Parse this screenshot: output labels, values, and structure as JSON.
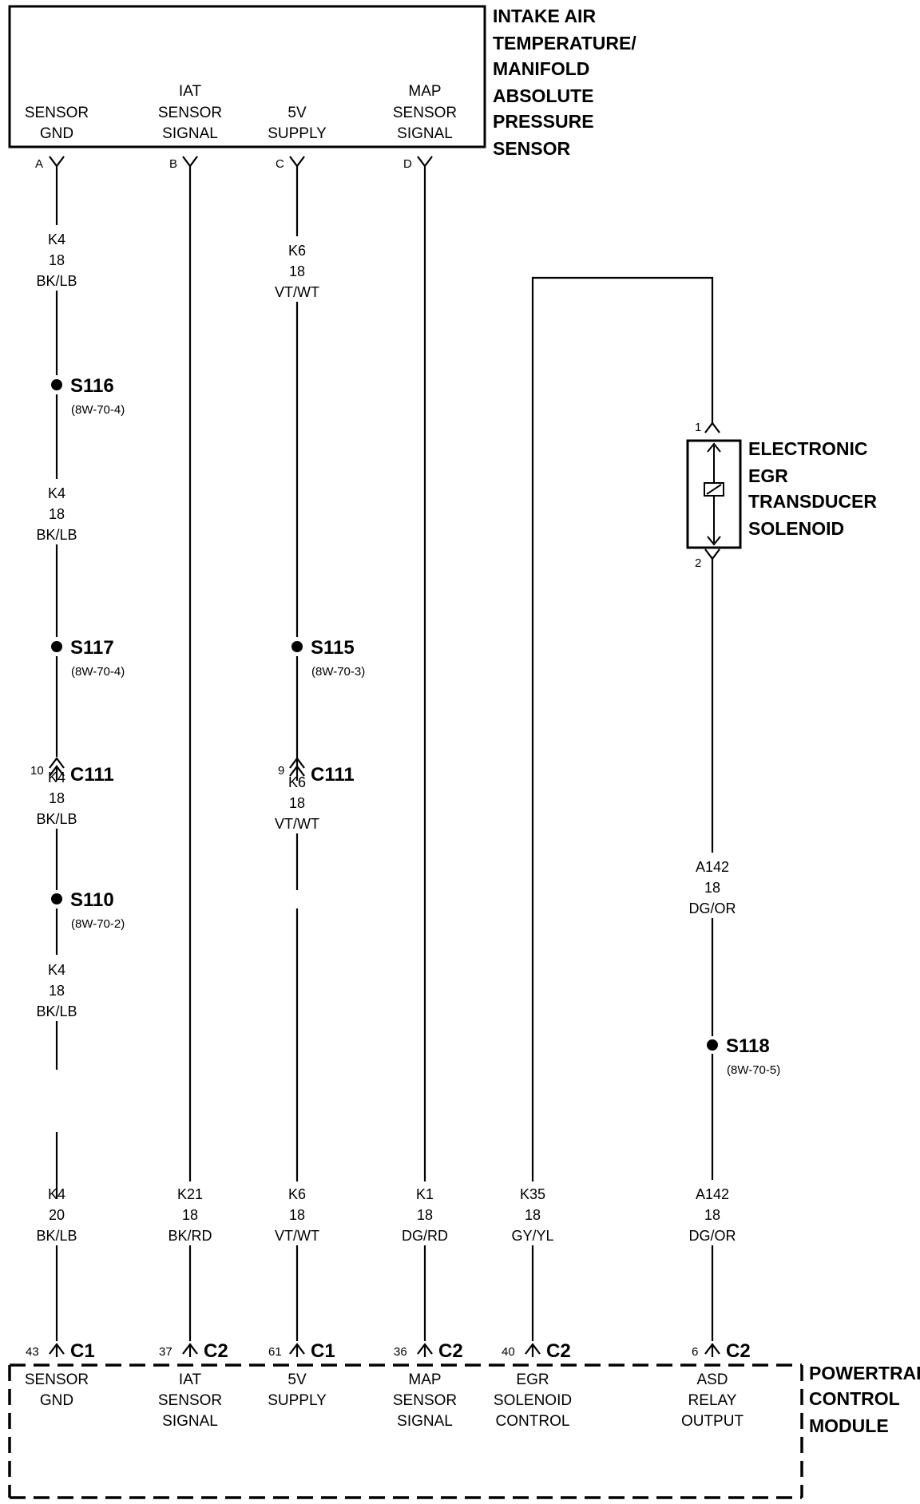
{
  "iat_map_sensor": {
    "title": [
      "INTAKE AIR",
      "TEMPERATURE/",
      "MANIFOLD",
      "ABSOLUTE",
      "PRESSURE",
      "SENSOR"
    ],
    "pins": [
      {
        "letter": "A",
        "label": [
          "SENSOR",
          "GND"
        ]
      },
      {
        "letter": "B",
        "label": [
          "IAT",
          "SENSOR",
          "SIGNAL"
        ]
      },
      {
        "letter": "C",
        "label": [
          "5V",
          "SUPPLY"
        ]
      },
      {
        "letter": "D",
        "label": [
          "MAP",
          "SENSOR",
          "SIGNAL"
        ]
      }
    ]
  },
  "egr_solenoid": {
    "title": [
      "ELECTRONIC",
      "EGR",
      "TRANSDUCER",
      "SOLENOID"
    ],
    "pin_top": "1",
    "pin_bottom": "2"
  },
  "pcm": {
    "title": [
      "POWERTRAIN",
      "CONTROL",
      "MODULE"
    ],
    "pins": [
      {
        "cavity": "43",
        "connector": "C1",
        "label": [
          "SENSOR",
          "GND"
        ]
      },
      {
        "cavity": "37",
        "connector": "C2",
        "label": [
          "IAT",
          "SENSOR",
          "SIGNAL"
        ]
      },
      {
        "cavity": "61",
        "connector": "C1",
        "label": [
          "5V",
          "SUPPLY"
        ]
      },
      {
        "cavity": "36",
        "connector": "C2",
        "label": [
          "MAP",
          "SENSOR",
          "SIGNAL"
        ]
      },
      {
        "cavity": "40",
        "connector": "C2",
        "label": [
          "EGR",
          "SOLENOID",
          "CONTROL"
        ]
      },
      {
        "cavity": "6",
        "connector": "C2",
        "label": [
          "ASD",
          "RELAY",
          "OUTPUT"
        ]
      }
    ]
  },
  "wire_labels": {
    "sensor_gnd_1": [
      "K4",
      "18",
      "BK/LB"
    ],
    "sensor_gnd_2": [
      "K4",
      "18",
      "BK/LB"
    ],
    "sensor_gnd_3": [
      "K4",
      "18",
      "BK/LB"
    ],
    "sensor_gnd_4": [
      "K4",
      "18",
      "BK/LB"
    ],
    "sensor_gnd_5": [
      "K4",
      "20",
      "BK/LB"
    ],
    "supply_1": [
      "K6",
      "18",
      "VT/WT"
    ],
    "supply_2": [
      "K6",
      "18",
      "VT/WT"
    ],
    "supply_3": [
      "K6",
      "18",
      "VT/WT"
    ],
    "iat": [
      "K21",
      "18",
      "BK/RD"
    ],
    "map": [
      "K1",
      "18",
      "DG/RD"
    ],
    "egr": [
      "K35",
      "18",
      "GY/YL"
    ],
    "asd_1": [
      "A142",
      "18",
      "DG/OR"
    ],
    "asd_2": [
      "A142",
      "18",
      "DG/OR"
    ]
  },
  "splices": {
    "s116": {
      "id": "S116",
      "ref": "(8W-70-4)"
    },
    "s117": {
      "id": "S117",
      "ref": "(8W-70-4)"
    },
    "s115": {
      "id": "S115",
      "ref": "(8W-70-3)"
    },
    "s110": {
      "id": "S110",
      "ref": "(8W-70-2)"
    },
    "s118": {
      "id": "S118",
      "ref": "(8W-70-5)"
    }
  },
  "inline_connectors": {
    "gnd": {
      "cavity": "10",
      "id": "C111"
    },
    "supply": {
      "cavity": "9",
      "id": "C111"
    }
  }
}
